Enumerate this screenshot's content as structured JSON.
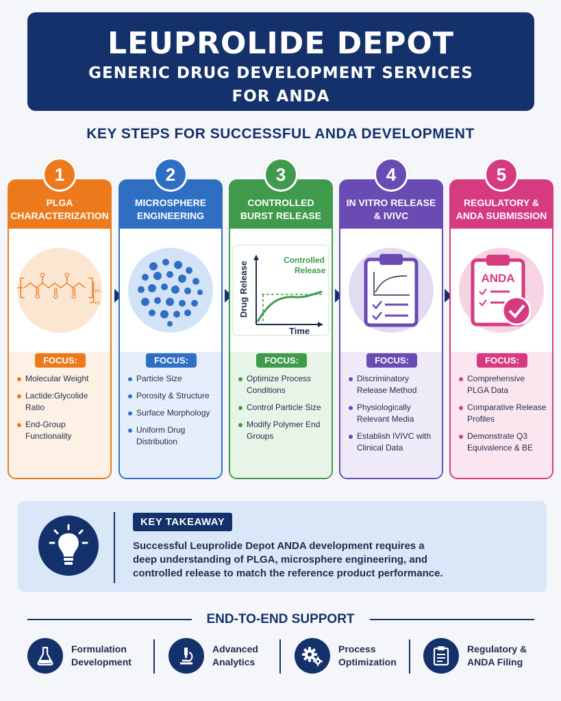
{
  "header": {
    "title": "LEUPROLIDE DEPOT",
    "subtitle_line1": "GENERIC DRUG DEVELOPMENT SERVICES",
    "subtitle_line2": "FOR ANDA"
  },
  "section_title": "KEY STEPS FOR SUCCESSFUL ANDA DEVELOPMENT",
  "focus_label": "FOCUS:",
  "steps": [
    {
      "number": "1",
      "title_line1": "PLGA",
      "title_line2": "CHARACTERIZATION",
      "color": "#ec7a1c",
      "tint": "#fdf0e4",
      "items": [
        "Molecular Weight",
        "Lactide:Glycolide Ratio",
        "End-Group Functionality"
      ]
    },
    {
      "number": "2",
      "title_line1": "MICROSPHERE",
      "title_line2": "ENGINEERING",
      "color": "#2e6fc4",
      "tint": "#e5eefa",
      "items": [
        "Particle Size",
        "Porosity & Structure",
        "Surface Morphology",
        "Uniform Drug Distribution"
      ]
    },
    {
      "number": "3",
      "title_line1": "CONTROLLED",
      "title_line2": "BURST RELEASE",
      "color": "#3f9a4c",
      "tint": "#e7f4e7",
      "items": [
        "Optimize Process Conditions",
        "Control Particle Size",
        "Modify Polymer End Groups"
      ]
    },
    {
      "number": "4",
      "title_line1": "IN VITRO RELEASE",
      "title_line2": "& IVIVC",
      "color": "#6a4bb3",
      "tint": "#eeeaf7",
      "items": [
        "Discriminatory Release Method",
        "Physiologically Relevant Media",
        "Establish IVIVC with Clinical Data"
      ]
    },
    {
      "number": "5",
      "title_line1": "REGULATORY &",
      "title_line2": "ANDA SUBMISSION",
      "color": "#d63a7f",
      "tint": "#fbe6ef",
      "items": [
        "Comprehensive PLGA Data",
        "Comparative Release Profiles",
        "Demonstrate Q3 Equivalence & BE"
      ]
    }
  ],
  "graph": {
    "ylabel": "Drug Release",
    "xlabel": "Time",
    "annotation_line1": "Controlled",
    "annotation_line2": "Release"
  },
  "clipboard_label": "ANDA",
  "polymer_subscripts": {
    "inner": "m",
    "outer": "m"
  },
  "takeaway": {
    "label": "KEY TAKEAWAY",
    "line1": "Successful Leuprolide Depot ANDA development requires a",
    "line2": "deep understanding of PLGA, microsphere engineering, and",
    "line3": "controlled release to match the reference product performance."
  },
  "support": {
    "title": "END-TO-END SUPPORT",
    "items": [
      {
        "line1": "Formulation",
        "line2": "Development",
        "icon": "flask-icon"
      },
      {
        "line1": "Advanced",
        "line2": "Analytics",
        "icon": "microscope-icon"
      },
      {
        "line1": "Process",
        "line2": "Optimization",
        "icon": "gears-icon"
      },
      {
        "line1": "Regulatory &",
        "line2": "ANDA Filing",
        "icon": "clipboard-icon"
      }
    ]
  }
}
